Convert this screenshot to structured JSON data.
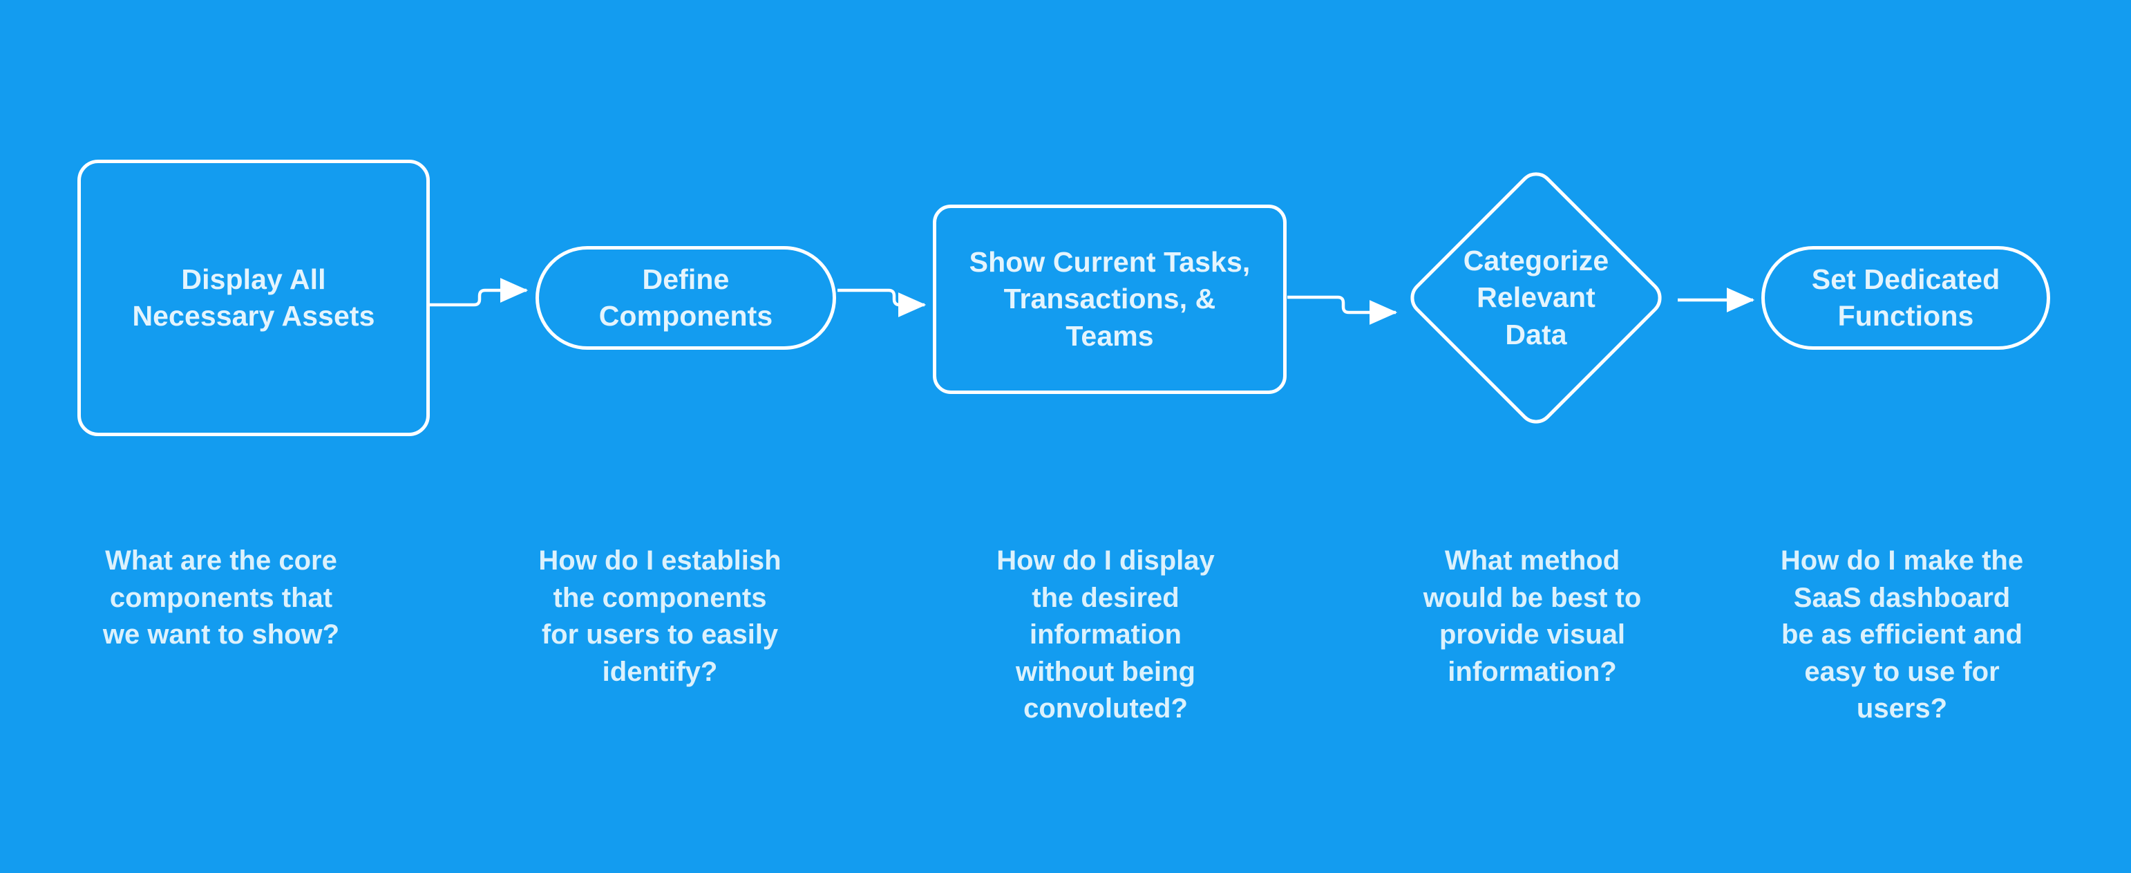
{
  "canvas": {
    "background_color": "#139CF0",
    "stroke_color": "#FFFFFF",
    "text_color": "#E4F4FD",
    "caption_color": "#DCF1FC"
  },
  "flow": {
    "nodes": [
      {
        "id": "display-all-necessary-assets",
        "shape": "rounded-rectangle",
        "label": "Display All\nNecessary Assets"
      },
      {
        "id": "define-components",
        "shape": "pill",
        "label": "Define\nComponents"
      },
      {
        "id": "show-current-tasks-transactions-teams",
        "shape": "rounded-rectangle",
        "label": "Show Current Tasks,\nTransactions, &\nTeams"
      },
      {
        "id": "categorize-relevant-data",
        "shape": "diamond",
        "label": "Categorize\nRelevant\nData"
      },
      {
        "id": "set-dedicated-functions",
        "shape": "pill",
        "label": "Set Dedicated\nFunctions"
      }
    ],
    "connectors": [
      {
        "from": "display-all-necessary-assets",
        "to": "define-components",
        "style": "stepped-up-arrow"
      },
      {
        "from": "define-components",
        "to": "show-current-tasks-transactions-teams",
        "style": "stepped-down-arrow"
      },
      {
        "from": "show-current-tasks-transactions-teams",
        "to": "categorize-relevant-data",
        "style": "stepped-down-arrow"
      },
      {
        "from": "categorize-relevant-data",
        "to": "set-dedicated-functions",
        "style": "straight-arrow"
      }
    ],
    "captions": [
      {
        "for": "display-all-necessary-assets",
        "text": "What are the core\ncomponents that\nwe want to show?"
      },
      {
        "for": "define-components",
        "text": "How do I establish\nthe components\nfor users to easily\nidentify?"
      },
      {
        "for": "show-current-tasks-transactions-teams",
        "text": "How do I display\nthe desired\ninformation\nwithout being\nconvoluted?"
      },
      {
        "for": "categorize-relevant-data",
        "text": "What method\nwould be best to\nprovide visual\ninformation?"
      },
      {
        "for": "set-dedicated-functions",
        "text": "How do I make the\nSaaS dashboard\nbe as efficient and\neasy to use for\nusers?"
      }
    ]
  }
}
